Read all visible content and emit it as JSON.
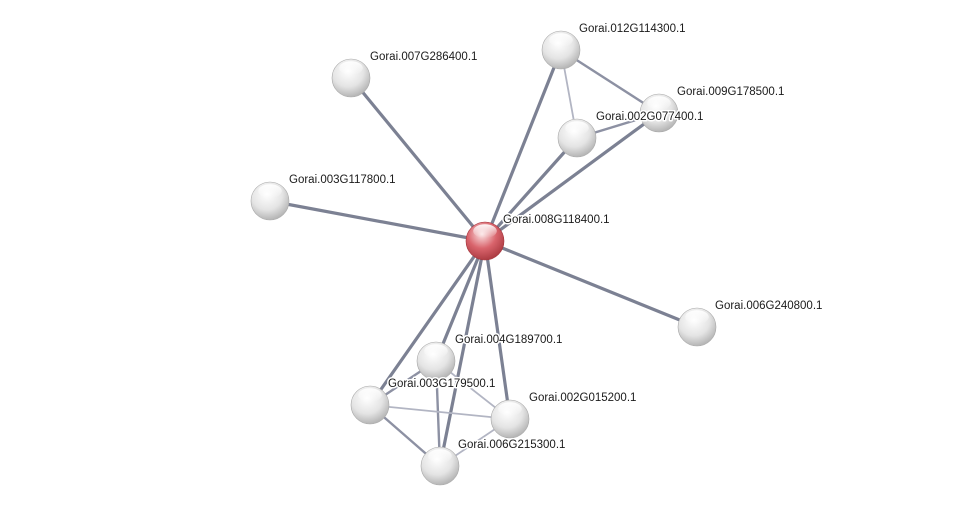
{
  "network": {
    "center": "Gorai.008G118400.1",
    "nodes": [
      {
        "id": "Gorai.008G118400.1",
        "label": "Gorai.008G118400.1",
        "role": "query"
      },
      {
        "id": "Gorai.012G114300.1",
        "label": "Gorai.012G114300.1",
        "role": "partner"
      },
      {
        "id": "Gorai.007G286400.1",
        "label": "Gorai.007G286400.1",
        "role": "partner"
      },
      {
        "id": "Gorai.009G178500.1",
        "label": "Gorai.009G178500.1",
        "role": "partner"
      },
      {
        "id": "Gorai.002G077400.1",
        "label": "Gorai.002G077400.1",
        "role": "partner"
      },
      {
        "id": "Gorai.003G117800.1",
        "label": "Gorai.003G117800.1",
        "role": "partner"
      },
      {
        "id": "Gorai.006G240800.1",
        "label": "Gorai.006G240800.1",
        "role": "partner"
      },
      {
        "id": "Gorai.004G189700.1",
        "label": "Gorai.004G189700.1",
        "role": "partner"
      },
      {
        "id": "Gorai.003G179500.1",
        "label": "Gorai.003G179500.1",
        "role": "partner"
      },
      {
        "id": "Gorai.002G015200.1",
        "label": "Gorai.002G015200.1",
        "role": "partner"
      },
      {
        "id": "Gorai.006G215300.1",
        "label": "Gorai.006G215300.1",
        "role": "partner"
      }
    ],
    "edges": [
      {
        "source": "Gorai.008G118400.1",
        "target": "Gorai.012G114300.1",
        "strength": "strong"
      },
      {
        "source": "Gorai.008G118400.1",
        "target": "Gorai.007G286400.1",
        "strength": "strong"
      },
      {
        "source": "Gorai.008G118400.1",
        "target": "Gorai.009G178500.1",
        "strength": "strong"
      },
      {
        "source": "Gorai.008G118400.1",
        "target": "Gorai.002G077400.1",
        "strength": "strong"
      },
      {
        "source": "Gorai.008G118400.1",
        "target": "Gorai.003G117800.1",
        "strength": "strong"
      },
      {
        "source": "Gorai.008G118400.1",
        "target": "Gorai.006G240800.1",
        "strength": "strong"
      },
      {
        "source": "Gorai.008G118400.1",
        "target": "Gorai.004G189700.1",
        "strength": "strong"
      },
      {
        "source": "Gorai.008G118400.1",
        "target": "Gorai.003G179500.1",
        "strength": "strong"
      },
      {
        "source": "Gorai.008G118400.1",
        "target": "Gorai.002G015200.1",
        "strength": "strong"
      },
      {
        "source": "Gorai.008G118400.1",
        "target": "Gorai.006G215300.1",
        "strength": "strong"
      },
      {
        "source": "Gorai.012G114300.1",
        "target": "Gorai.009G178500.1",
        "strength": "medium"
      },
      {
        "source": "Gorai.012G114300.1",
        "target": "Gorai.002G077400.1",
        "strength": "weak"
      },
      {
        "source": "Gorai.002G077400.1",
        "target": "Gorai.009G178500.1",
        "strength": "medium"
      },
      {
        "source": "Gorai.004G189700.1",
        "target": "Gorai.003G179500.1",
        "strength": "medium"
      },
      {
        "source": "Gorai.004G189700.1",
        "target": "Gorai.006G215300.1",
        "strength": "medium"
      },
      {
        "source": "Gorai.004G189700.1",
        "target": "Gorai.002G015200.1",
        "strength": "weak"
      },
      {
        "source": "Gorai.003G179500.1",
        "target": "Gorai.002G015200.1",
        "strength": "weak"
      },
      {
        "source": "Gorai.003G179500.1",
        "target": "Gorai.006G215300.1",
        "strength": "medium"
      },
      {
        "source": "Gorai.002G015200.1",
        "target": "Gorai.006G215300.1",
        "strength": "weak"
      }
    ]
  },
  "colors": {
    "edge_strong": "#7c8193",
    "edge_medium": "#8d91a3",
    "edge_weak": "#b2b5c3",
    "node_query_base": "#d9646c",
    "node_query_light": "#fbe3e4",
    "node_query_dark": "#a3333a",
    "node_partner_base": "#e4e4e4",
    "node_partner_light": "#ffffff",
    "node_partner_dark": "#a9a9a9",
    "background": "#ffffff"
  }
}
